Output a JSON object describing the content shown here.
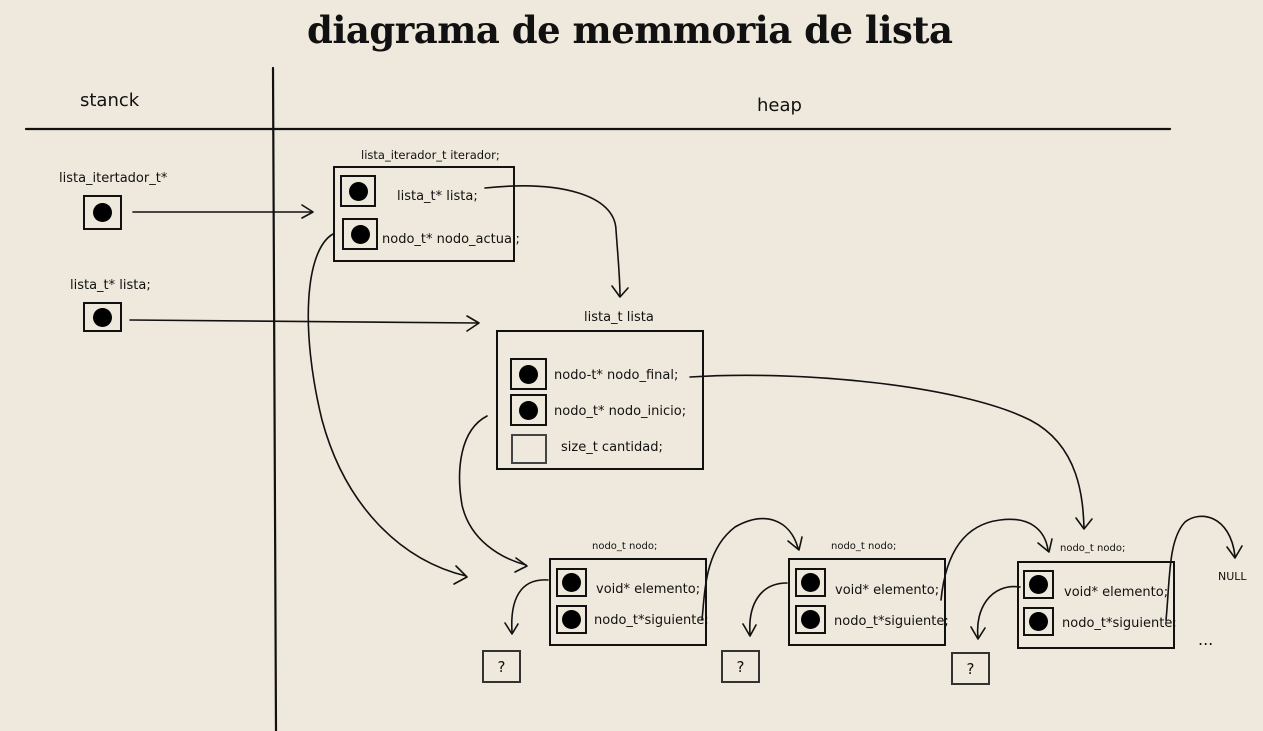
{
  "title": "diagrama de memmoria de lista",
  "regions": {
    "stack": "stanck",
    "heap": "heap"
  },
  "stack_vars": {
    "iter_ptr": "lista_itertador_t*",
    "lista_ptr": "lista_t* lista;"
  },
  "iterador": {
    "label": "lista_iterador_t iterador;",
    "field_lista": "lista_t* lista;",
    "field_actual": "nodo_t* nodo_actual;"
  },
  "lista": {
    "label": "lista_t lista",
    "field_final": "nodo-t* nodo_final;",
    "field_inicio": "nodo_t* nodo_inicio;",
    "field_cantidad": "size_t cantidad;"
  },
  "nodes": [
    {
      "label": "nodo_t nodo;",
      "elemento": "void* elemento;",
      "siguiente": "nodo_t*siguiente;",
      "unknown": "?"
    },
    {
      "label": "nodo_t nodo;",
      "elemento": "void* elemento;",
      "siguiente": "nodo_t*siguiente;",
      "unknown": "?"
    },
    {
      "label": "nodo_t nodo;",
      "elemento": "void* elemento;",
      "siguiente": "nodo_t*siguiente;",
      "unknown": "?"
    }
  ],
  "null_label": "NULL",
  "ellipsis": "..."
}
